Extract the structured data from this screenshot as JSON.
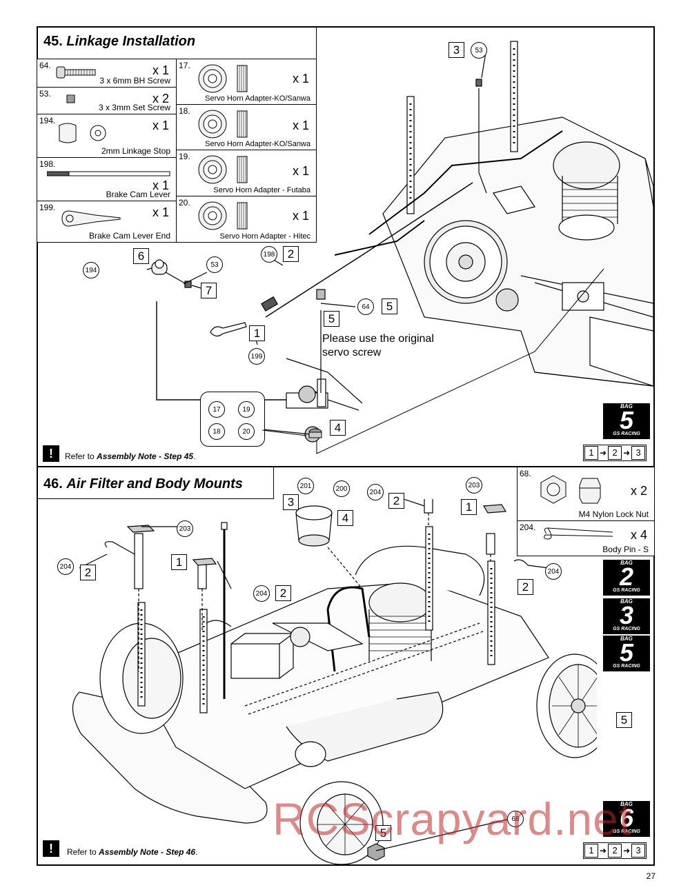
{
  "step45": {
    "number": "45.",
    "title": "Linkage Installation",
    "parts": [
      {
        "pn": "64.",
        "qty": "x 1",
        "desc": "3 x 6mm BH Screw"
      },
      {
        "pn": "53.",
        "qty": "x 2",
        "desc": "3 x 3mm Set Screw"
      },
      {
        "pn": "194.",
        "qty": "x 1",
        "desc": "2mm Linkage Stop"
      },
      {
        "pn": "198.",
        "qty": "x 1",
        "desc": "Brake Cam Lever"
      },
      {
        "pn": "199.",
        "qty": "x 1",
        "desc": "Brake Cam Lever End"
      }
    ],
    "servo_parts": [
      {
        "pn": "17.",
        "qty": "x 1",
        "desc": "Servo Horn Adapter-KO/Sanwa"
      },
      {
        "pn": "18.",
        "qty": "x 1",
        "desc": "Servo Horn Adapter-KO/Sanwa"
      },
      {
        "pn": "19.",
        "qty": "x 1",
        "desc": "Servo Horn Adapter - Futaba"
      },
      {
        "pn": "20.",
        "qty": "x 1",
        "desc": "Servo Horn Adapter - Hitec"
      }
    ],
    "callouts": {
      "c53a": "53",
      "b3": "3",
      "c194": "194",
      "b6": "6",
      "c53b": "53",
      "b7": "7",
      "c198": "198",
      "b2": "2",
      "c64": "64",
      "b5a": "5",
      "b5b": "5",
      "b1": "1",
      "c199": "199",
      "c17": "17",
      "c19": "19",
      "c18": "18",
      "c20": "20",
      "b4": "4"
    },
    "comment_line1": "Please use the original",
    "comment_line2": "servo screw",
    "note_prefix": "Refer to ",
    "note_bold": "Assembly Note - Step 45",
    "note_suffix": ".",
    "bag": {
      "label": "BAG",
      "number": "5",
      "brand": "GS RACING"
    },
    "sequence": [
      "1",
      "2",
      "3"
    ]
  },
  "step46": {
    "number": "46.",
    "title": "Air Filter and  Body Mounts",
    "parts": [
      {
        "pn": "68.",
        "qty": "x 2",
        "desc": "M4 Nylon Lock Nut"
      },
      {
        "pn": "204.",
        "qty": "x 4",
        "desc": "Body Pin - S"
      }
    ],
    "callouts": {
      "c201": "201",
      "c200": "200",
      "b3": "3",
      "b4": "4",
      "c204a": "204",
      "b2a": "2",
      "c203a": "203",
      "b1a": "1",
      "c204b": "204",
      "b2b": "2",
      "c203b": "203",
      "b1b": "1",
      "c204c": "204",
      "b2c": "2",
      "c204d": "204",
      "b2d": "2",
      "b5a": "5",
      "b5b": "5",
      "c68": "68"
    },
    "note_prefix": "Refer to ",
    "note_bold": "Assembly Note - Step 46",
    "note_suffix": ".",
    "bags": [
      {
        "label": "BAG",
        "number": "2",
        "brand": "GS RACING"
      },
      {
        "label": "BAG",
        "number": "3",
        "brand": "GS RACING"
      },
      {
        "label": "BAG",
        "number": "5",
        "brand": "GS RACING"
      },
      {
        "label": "BAG",
        "number": "6",
        "brand": "GS RACING"
      }
    ],
    "sequence": [
      "1",
      "2",
      "3"
    ]
  },
  "page_number": "27",
  "watermark": "RCScrapyard.net"
}
